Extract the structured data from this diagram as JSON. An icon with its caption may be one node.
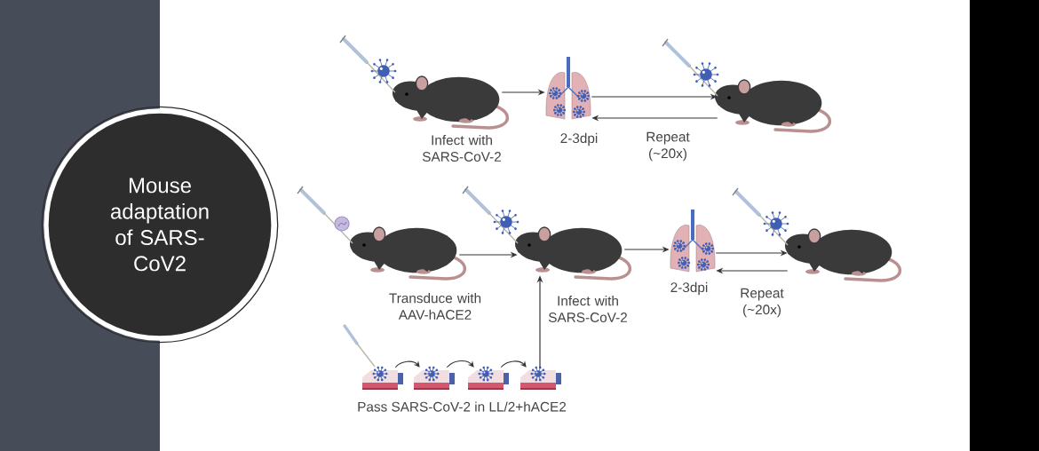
{
  "diagram": {
    "nodes": [
      {
        "text": [
          "Mouse adaptation of SARS-CoV2"
        ]
      },
      {
        "text": [],
        "shape": "picture",
        "beside": [
          "Infect with SARS-CoV-2"
        ]
      },
      {
        "text": [],
        "shape": "picture",
        "beside": [
          "2-3dpi"
        ]
      },
      {
        "text": [],
        "shape": "picture"
      },
      {
        "text": [],
        "shape": "picture",
        "beside": [
          "Transduce with AAV-hACE2"
        ]
      },
      {
        "text": [],
        "shape": "picture",
        "beside": [
          "Infect with SARS-CoV-2"
        ]
      },
      {
        "text": [],
        "shape": "picture",
        "beside": [
          "2-3dpi"
        ]
      },
      {
        "text": [],
        "shape": "picture"
      },
      {
        "text": [],
        "shape": "picture"
      },
      {
        "text": [],
        "shape": "picture"
      },
      {
        "text": [],
        "shape": "picture"
      },
      {
        "text": [],
        "shape": "picture"
      }
    ],
    "edges": [
      {
        "from": 1,
        "to": 2,
        "arrow": "to"
      },
      {
        "from": 2,
        "to": 3,
        "arrow": "to"
      },
      {
        "from": 3,
        "to": 2,
        "arrow": "to",
        "label": "Repeat (~20x)"
      },
      {
        "from": 4,
        "to": 5,
        "arrow": "to"
      },
      {
        "from": 5,
        "to": 6,
        "arrow": "to"
      },
      {
        "from": 6,
        "to": 7,
        "arrow": "to"
      },
      {
        "from": 7,
        "to": 6,
        "arrow": "to",
        "label": "Repeat (~20x)"
      },
      {
        "from": 8,
        "to": 9,
        "arrow": "to"
      },
      {
        "from": 9,
        "to": 10,
        "arrow": "to"
      },
      {
        "from": 10,
        "to": 11,
        "arrow": "to"
      },
      {
        "from": 11,
        "to": 5,
        "arrow": "to"
      }
    ],
    "labels": [
      "Pass SARS-CoV-2 in LL/2+hACE2"
    ]
  }
}
